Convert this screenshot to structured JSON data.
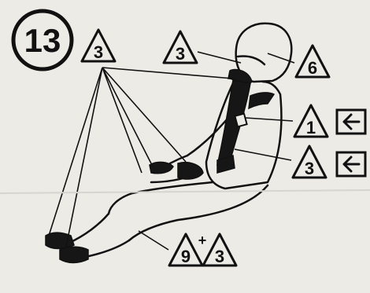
{
  "step": {
    "number": "13"
  },
  "callouts": {
    "cord_group": "3",
    "head_cord": "3",
    "helmet": "6",
    "chest_strap": "1",
    "torso_strap": "3",
    "leg_a": "9",
    "leg_plus": "+",
    "leg_b": "3"
  },
  "arrows": {
    "chest_arrow": "arrow-left-icon",
    "torso_arrow": "arrow-left-icon"
  },
  "colors": {
    "line": "#111111",
    "paper": "#ecebe6",
    "harness": "#161616"
  }
}
